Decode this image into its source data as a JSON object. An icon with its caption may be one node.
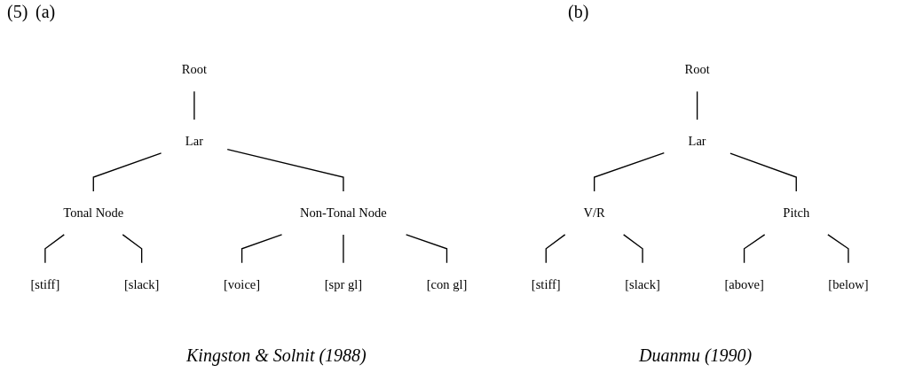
{
  "diagram": {
    "nodes": [
      {
        "text": [
          "Root"
        ]
      },
      {
        "text": [
          "Lar"
        ]
      },
      {
        "text": [
          "Tonal Node"
        ]
      },
      {
        "text": [
          "Non-Tonal Node"
        ]
      },
      {
        "text": [
          "[stiff]"
        ]
      },
      {
        "text": [
          "[slack]"
        ]
      },
      {
        "text": [
          "[voice]"
        ]
      },
      {
        "text": [
          "[spr gl]"
        ]
      },
      {
        "text": [
          "[con gl]"
        ]
      },
      {
        "text": [
          "Root"
        ]
      },
      {
        "text": [
          "Lar"
        ]
      },
      {
        "text": [
          "V/R"
        ]
      },
      {
        "text": [
          "Pitch"
        ]
      },
      {
        "text": [
          "[stiff]"
        ]
      },
      {
        "text": [
          "[slack]"
        ]
      },
      {
        "text": [
          "[above]"
        ]
      },
      {
        "text": [
          "[below]"
        ]
      }
    ],
    "edges": [
      {
        "from": 0,
        "to": 1,
        "arrow": "none"
      },
      {
        "from": 1,
        "to": 2,
        "arrow": "none"
      },
      {
        "from": 1,
        "to": 3,
        "arrow": "none"
      },
      {
        "from": 2,
        "to": 4,
        "arrow": "none"
      },
      {
        "from": 2,
        "to": 5,
        "arrow": "none"
      },
      {
        "from": 3,
        "to": 6,
        "arrow": "none"
      },
      {
        "from": 3,
        "to": 7,
        "arrow": "none"
      },
      {
        "from": 3,
        "to": 8,
        "arrow": "none"
      },
      {
        "from": 9,
        "to": 10,
        "arrow": "none"
      },
      {
        "from": 10,
        "to": 11,
        "arrow": "none"
      },
      {
        "from": 10,
        "to": 12,
        "arrow": "none"
      },
      {
        "from": 11,
        "to": 13,
        "arrow": "none"
      },
      {
        "from": 11,
        "to": 14,
        "arrow": "none"
      },
      {
        "from": 12,
        "to": 15,
        "arrow": "none"
      },
      {
        "from": 12,
        "to": 16,
        "arrow": "none"
      }
    ],
    "labels": [
      "(5)",
      "(a)",
      "(b)",
      "Kingston & Solnit (1988)",
      "Duanmu (1990)"
    ]
  }
}
